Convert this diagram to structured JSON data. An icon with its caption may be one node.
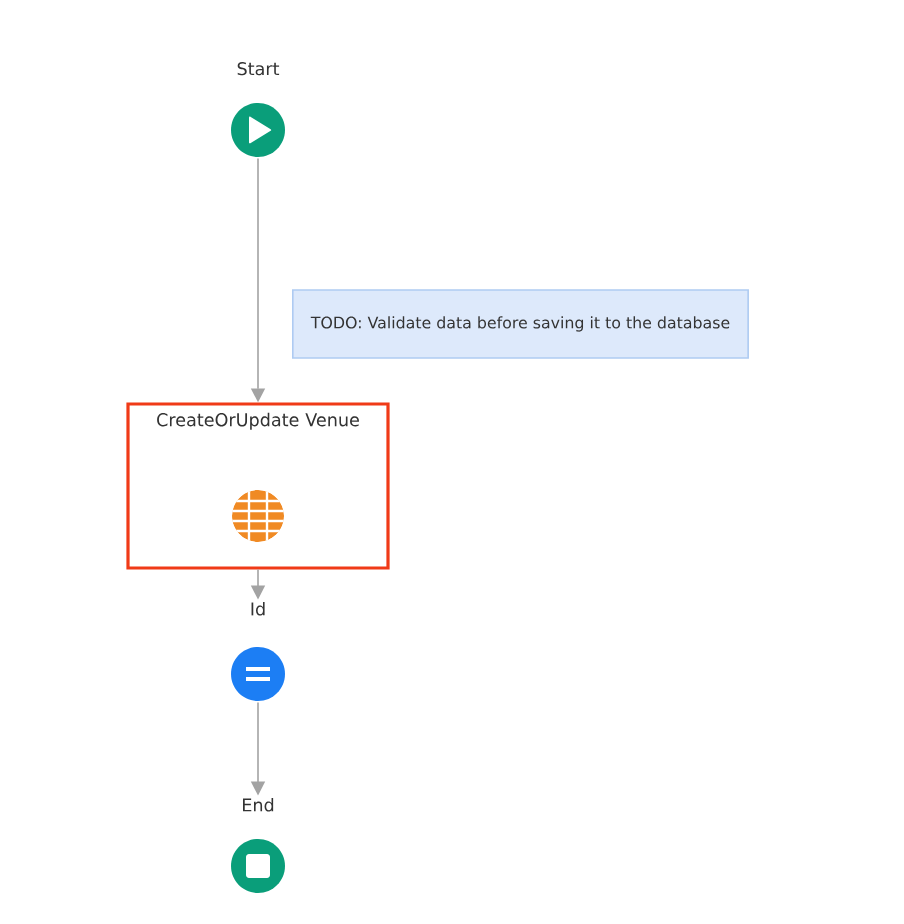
{
  "diagram": {
    "nodes": [
      {
        "text": [
          "Start"
        ]
      },
      {
        "text": [
          "CreateOrUpdate Venue"
        ]
      },
      {
        "text": [
          "TODO: Validate data before saving it to the database"
        ]
      },
      {
        "text": [
          "Id"
        ]
      },
      {
        "text": [
          "End"
        ]
      }
    ],
    "edges": [
      {
        "from": 0,
        "to": 1,
        "arrow": "to"
      },
      {
        "from": 1,
        "to": 3,
        "arrow": "to"
      },
      {
        "from": 3,
        "to": 4,
        "arrow": "to"
      }
    ]
  }
}
